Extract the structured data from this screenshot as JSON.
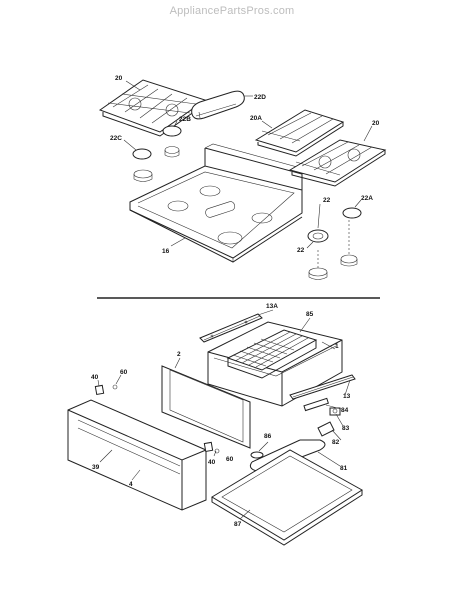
{
  "watermark": "AppliancePartsPros.com",
  "labels": {
    "l20a": "20",
    "l22d": "22D",
    "l22b": "22B",
    "l20A": "20A",
    "l20b": "20",
    "l22c": "22C",
    "l22a": "22",
    "l22A": "22A",
    "l22b2": "22",
    "l16": "16",
    "l13A": "13A",
    "l85": "85",
    "l2": "2",
    "l1": "1",
    "l40a": "40",
    "l60a": "60",
    "l13": "13",
    "l84": "84",
    "l83": "83",
    "l82": "82",
    "l86": "86",
    "l81": "81",
    "l39": "39",
    "l4": "4",
    "l40b": "40",
    "l60b": "60",
    "l87": "87"
  }
}
